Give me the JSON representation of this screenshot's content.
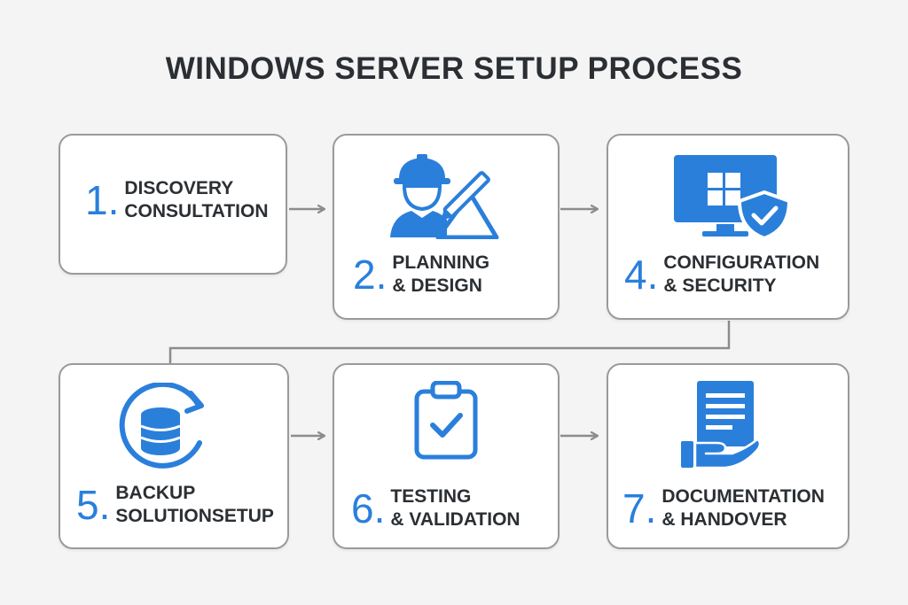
{
  "title": "WINDOWS SERVER SETUP PROCESS",
  "colors": {
    "accent": "#2a7fdb",
    "text": "#2b2f33",
    "border": "#9a9a9a",
    "connector": "#8c8c8c"
  },
  "steps": [
    {
      "number": "1.",
      "line1": "DISCOVERY",
      "line2": "CONSULTATION",
      "icon": "none"
    },
    {
      "number": "2.",
      "line1": "PLANNING",
      "line2": "& DESIGN",
      "icon": "engineer-planning-icon"
    },
    {
      "number": "4.",
      "line1": "CONFIGURATION",
      "line2": "& SECURITY",
      "icon": "monitor-shield-icon"
    },
    {
      "number": "5.",
      "line1": "BACKUP",
      "line2": "SOLUTIONSETUP",
      "icon": "database-backup-icon"
    },
    {
      "number": "6.",
      "line1": "TESTING",
      "line2": "& VALIDATION",
      "icon": "clipboard-check-icon"
    },
    {
      "number": "7.",
      "line1": "DOCUMENTATION",
      "line2": "& HANDOVER",
      "icon": "document-hand-icon"
    }
  ]
}
